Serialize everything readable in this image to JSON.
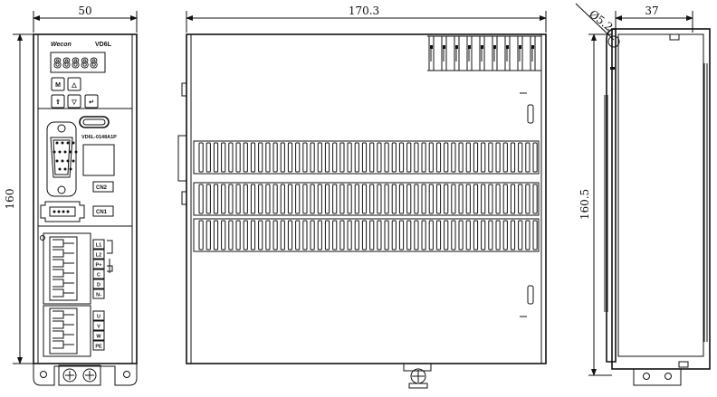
{
  "dimensions": {
    "front_width": "50",
    "front_height": "160",
    "side_width": "170.3",
    "right_width": "37",
    "right_height": "160.5",
    "hole_diameter": "Ø5.2"
  },
  "front_panel": {
    "brand": "Wecon",
    "model": "VD6L",
    "display": "88888",
    "part_number": "VD6L-0148A1P",
    "port_cn2": "CN2",
    "port_cn1": "CN1",
    "terminals_top": [
      "L1",
      "L2",
      "P+",
      "C",
      "D",
      "N-"
    ],
    "terminals_bottom": [
      "U",
      "V",
      "W",
      "PE"
    ]
  },
  "keys": [
    {
      "name": "mode-key",
      "label": "M"
    },
    {
      "name": "up-key",
      "label": "△"
    },
    {
      "name": "shift-key",
      "label": "⇧"
    },
    {
      "name": "down-key",
      "label": "▽"
    },
    {
      "name": "enter-key",
      "label": "↵"
    }
  ]
}
